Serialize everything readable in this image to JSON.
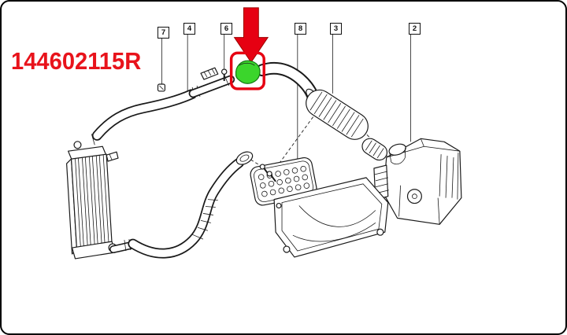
{
  "part_number": "144602115R",
  "callouts": [
    {
      "label": "7"
    },
    {
      "label": "4"
    },
    {
      "label": "6"
    },
    {
      "label": "8"
    },
    {
      "label": "3"
    },
    {
      "label": "2"
    }
  ],
  "colors": {
    "part_number_red": "#e8131b",
    "arrow_red": "#e60012",
    "highlight_box_red": "#e60012",
    "highlight_green": "#3bd52c",
    "line_black": "#1a1a1a",
    "background": "#ffffff"
  },
  "icons": {
    "highlight_arrow_icon": "red-down-block-arrow"
  }
}
